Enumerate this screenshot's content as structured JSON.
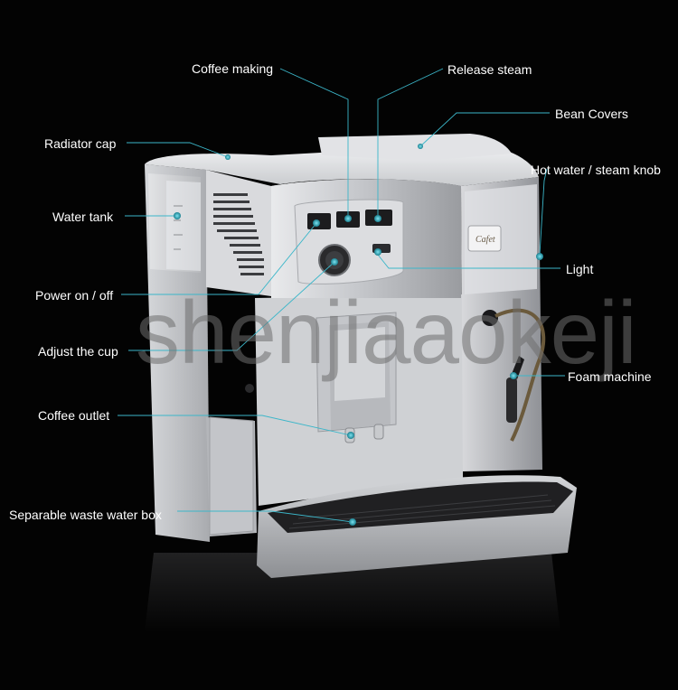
{
  "callouts": [
    {
      "id": "coffee-making",
      "text": "Coffee making"
    },
    {
      "id": "release-steam",
      "text": "Release steam"
    },
    {
      "id": "bean-covers",
      "text": "Bean Covers"
    },
    {
      "id": "radiator-cap",
      "text": "Radiator cap"
    },
    {
      "id": "hot-water-knob",
      "text": "Hot water / steam knob"
    },
    {
      "id": "water-tank",
      "text": "Water tank"
    },
    {
      "id": "light",
      "text": "Light"
    },
    {
      "id": "power",
      "text": "Power on / off"
    },
    {
      "id": "adjust-cup",
      "text": "Adjust the cup"
    },
    {
      "id": "foam-machine",
      "text": "Foam machine"
    },
    {
      "id": "coffee-outlet",
      "text": "Coffee outlet"
    },
    {
      "id": "waste-box",
      "text": "Separable waste water box"
    }
  ],
  "watermark": "shenjiaaokeji",
  "brand_badge": "Cafet",
  "colors": {
    "background": "#030303",
    "leader_line": "#3bb6c9",
    "label_text": "#ffffff",
    "machine_silver": "#c9cbcf",
    "panel_black": "#1c1c1e"
  }
}
